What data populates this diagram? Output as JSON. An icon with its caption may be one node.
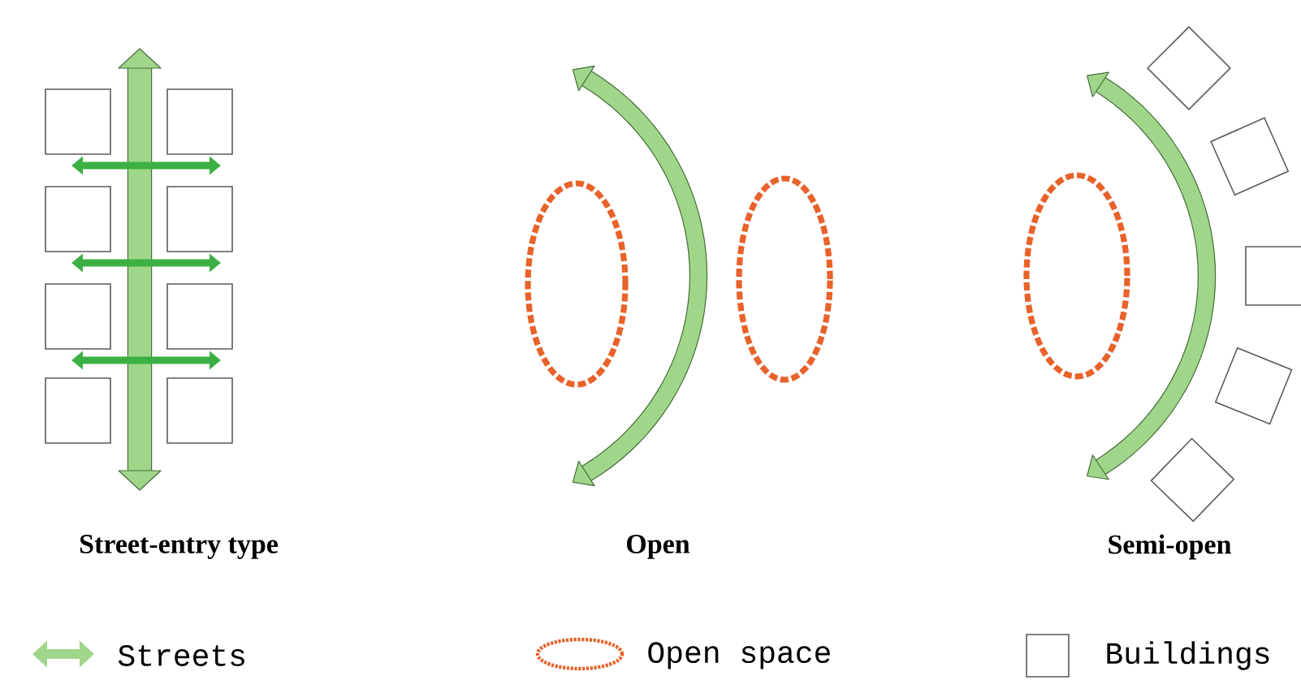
{
  "diagram": {
    "labels": [
      "Street-entry type",
      "Open",
      "Semi-open"
    ],
    "legend": [
      {
        "text": "Streets"
      },
      {
        "text": "Open space"
      },
      {
        "text": "Buildings"
      }
    ]
  }
}
